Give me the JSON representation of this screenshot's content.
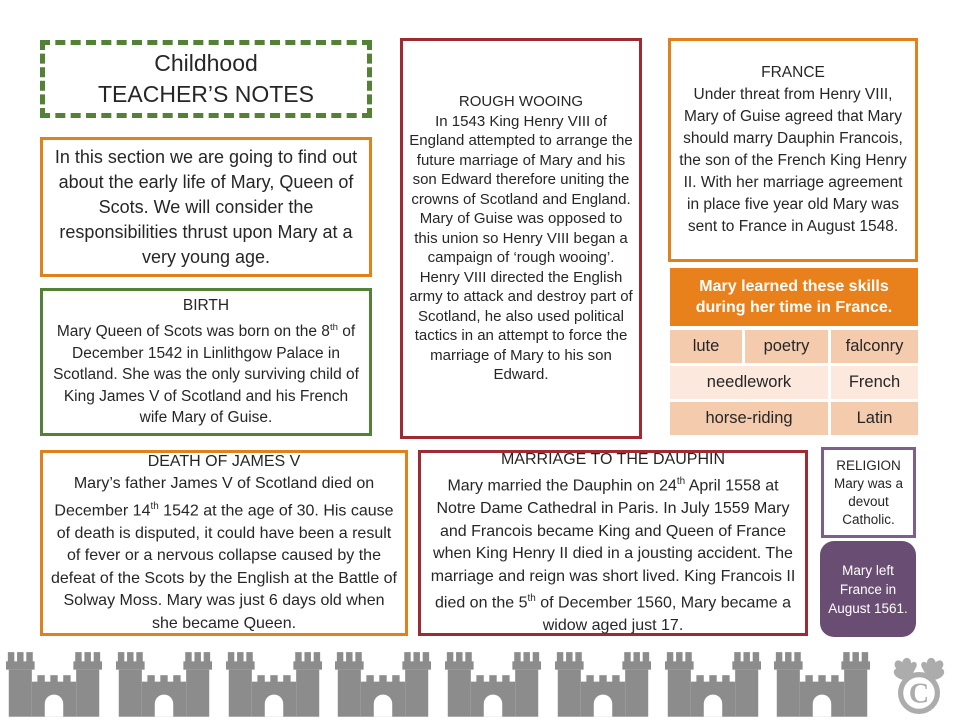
{
  "title_box": {
    "line1": "Childhood",
    "line2": "TEACHER’S NOTES"
  },
  "intro_box": {
    "text": "In this section we are going to find out about the early life of Mary, Queen of Scots. We will consider the responsibilities thrust upon Mary at a very young age."
  },
  "birth_box": {
    "title": "BIRTH",
    "text": "Mary Queen of Scots was born on the 8th of December 1542 in Linlithgow Palace in Scotland. She was the only surviving child of King James V of Scotland and his French wife Mary of Guise."
  },
  "death_box": {
    "title": "DEATH OF JAMES V",
    "text": "Mary’s father James V of Scotland died on December 14th 1542 at the age of 30. His cause of death is disputed, it could have been a result of fever or a nervous collapse caused by the defeat of the Scots by the English at the Battle of Solway Moss. Mary was just 6 days old when she became Queen."
  },
  "rough_wooing_box": {
    "title": "ROUGH WOOING",
    "text": "In 1543 King Henry VIII of England attempted to arrange the future marriage of Mary and his son Edward therefore uniting the crowns of Scotland and England. Mary of Guise was opposed to this union so Henry VIII began a campaign of ‘rough wooing’. Henry VIII directed the English army to attack and destroy part of Scotland, he also used political tactics in an attempt to force the marriage of Mary to his son Edward."
  },
  "marriage_box": {
    "title": "MARRIAGE TO THE DAUPHIN",
    "text": "Mary married the Dauphin on 24th April 1558 at Notre Dame Cathedral in Paris. In July 1559 Mary and Francois became King and Queen of France when King Henry II died in a jousting accident. The marriage and reign was short lived.  King Francois II died on the 5th of December 1560, Mary became a widow aged just 17."
  },
  "france_box": {
    "title": "FRANCE",
    "text": "Under threat from Henry VIII, Mary of Guise agreed that Mary should marry Dauphin Francois, the son of the French King Henry II. With her marriage agreement in place five year old Mary was sent to France in August 1548."
  },
  "skills": {
    "header": "Mary learned these skills during her time in France.",
    "rows": [
      [
        "lute",
        "poetry",
        "falconry"
      ],
      [
        "needlework",
        "French"
      ],
      [
        "horse-riding",
        "Latin"
      ]
    ]
  },
  "religion_box": {
    "title": "RELIGION",
    "text": "Mary was a devout Catholic."
  },
  "left_france_box": {
    "text": "Mary left France in August 1561."
  },
  "footer": {
    "castle_count": 8,
    "logo": "copyright-moose"
  },
  "colors": {
    "orange_border": "#E0811C",
    "orange_fill": "#E8811C",
    "green": "#538135",
    "maroon": "#9E2B33",
    "purple_border": "#7D5E8C",
    "purple_fill": "#6A4D73",
    "skills_row_dark": "#F5CBAD",
    "skills_row_light": "#FCE8DC",
    "castle_gray": "#8C8C8C",
    "logo_gray": "#ACACAC",
    "text": "#262626"
  }
}
